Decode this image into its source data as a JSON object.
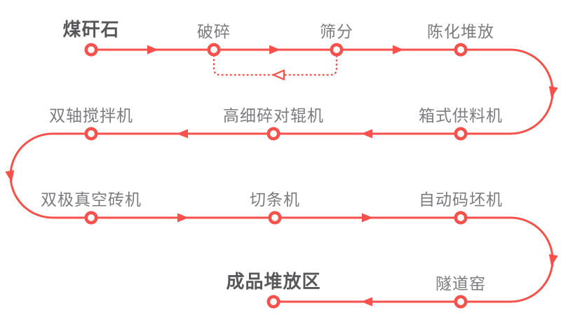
{
  "colors": {
    "accent": "#f6514b",
    "label_text": "#7c7c80",
    "label_text_strong": "#57575a",
    "background": "#ffffff"
  },
  "diagram": {
    "type": "process-flow",
    "stages": [
      {
        "label": "煤矸石",
        "emphasis": true
      },
      {
        "label": "破碎",
        "emphasis": false
      },
      {
        "label": "筛分",
        "emphasis": false
      },
      {
        "label": "陈化堆放",
        "emphasis": false
      },
      {
        "label": "箱式供料机",
        "emphasis": false
      },
      {
        "label": "高细碎对辊机",
        "emphasis": false
      },
      {
        "label": "双轴搅拌机",
        "emphasis": false
      },
      {
        "label": "双极真空砖机",
        "emphasis": false
      },
      {
        "label": "切条机",
        "emphasis": false
      },
      {
        "label": "自动码坯机",
        "emphasis": false
      },
      {
        "label": "隧道窑",
        "emphasis": false
      },
      {
        "label": "成品堆放区",
        "emphasis": true
      }
    ],
    "recycle_loop": {
      "from": "筛分",
      "to": "破碎",
      "line_style": "dotted"
    }
  }
}
